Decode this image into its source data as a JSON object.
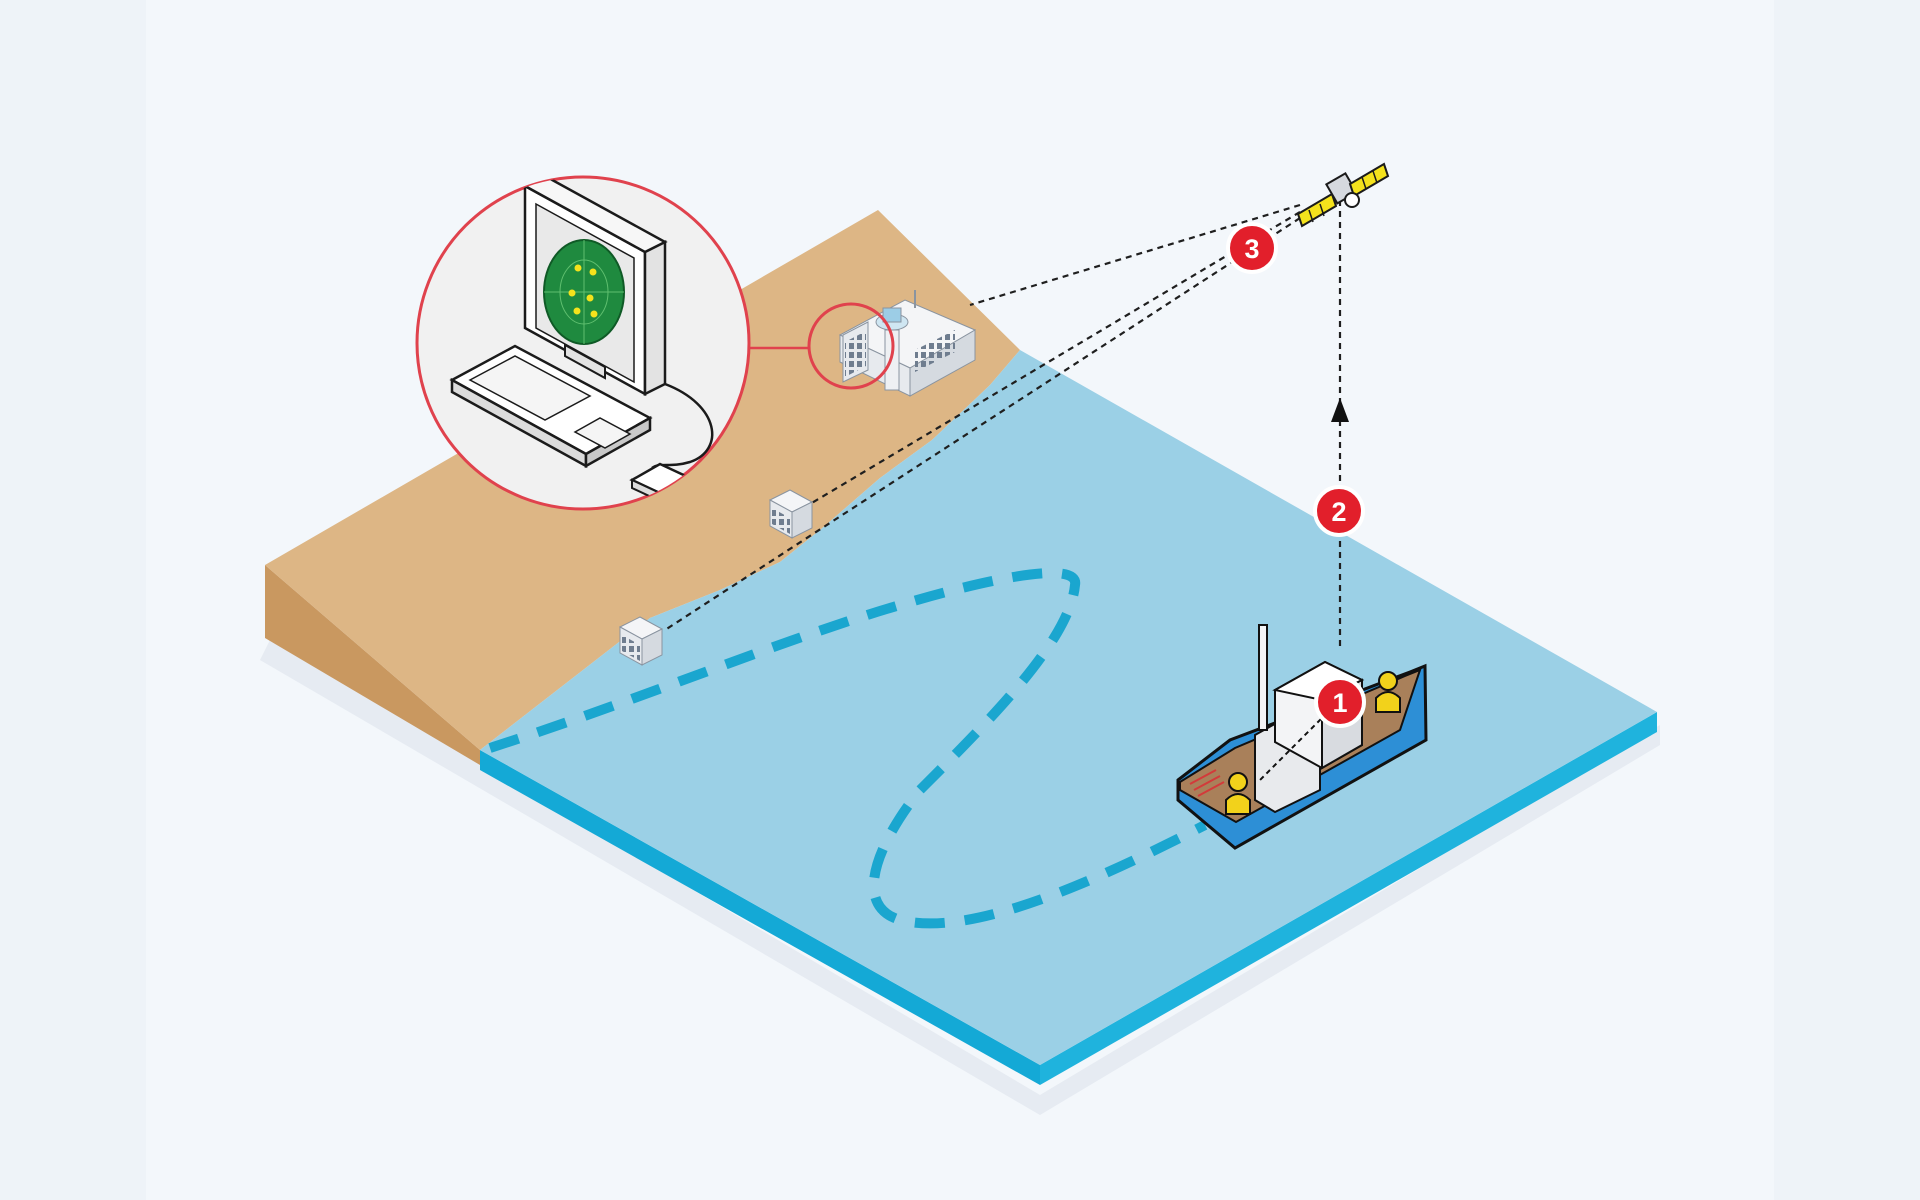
{
  "diagram": {
    "steps": [
      {
        "number": "1",
        "label": ""
      },
      {
        "number": "2",
        "label": ""
      },
      {
        "number": "3",
        "label": ""
      }
    ]
  },
  "colors": {
    "background": "#eef3f8",
    "panel": "#f3f7fb",
    "land_top": "#ddb685",
    "land_side": "#c99860",
    "sea_top": "#9bd0e6",
    "sea_edge": "#14a9d6",
    "route_dash": "#1aa6cf",
    "badge_red": "#e21f2b",
    "callout_ring": "#e0424d",
    "radar_green": "#1f8a3f",
    "solar_panel": "#f4e21c",
    "boat_hull": "#2d8fd6",
    "crew_yellow": "#f2d21b"
  },
  "icons": [
    "satellite-icon",
    "computer-monitor-icon",
    "keyboard-icon",
    "mouse-icon",
    "control-tower-icon",
    "building-icon",
    "fishing-boat-icon",
    "crew-member-icon",
    "arrow-up-icon"
  ]
}
